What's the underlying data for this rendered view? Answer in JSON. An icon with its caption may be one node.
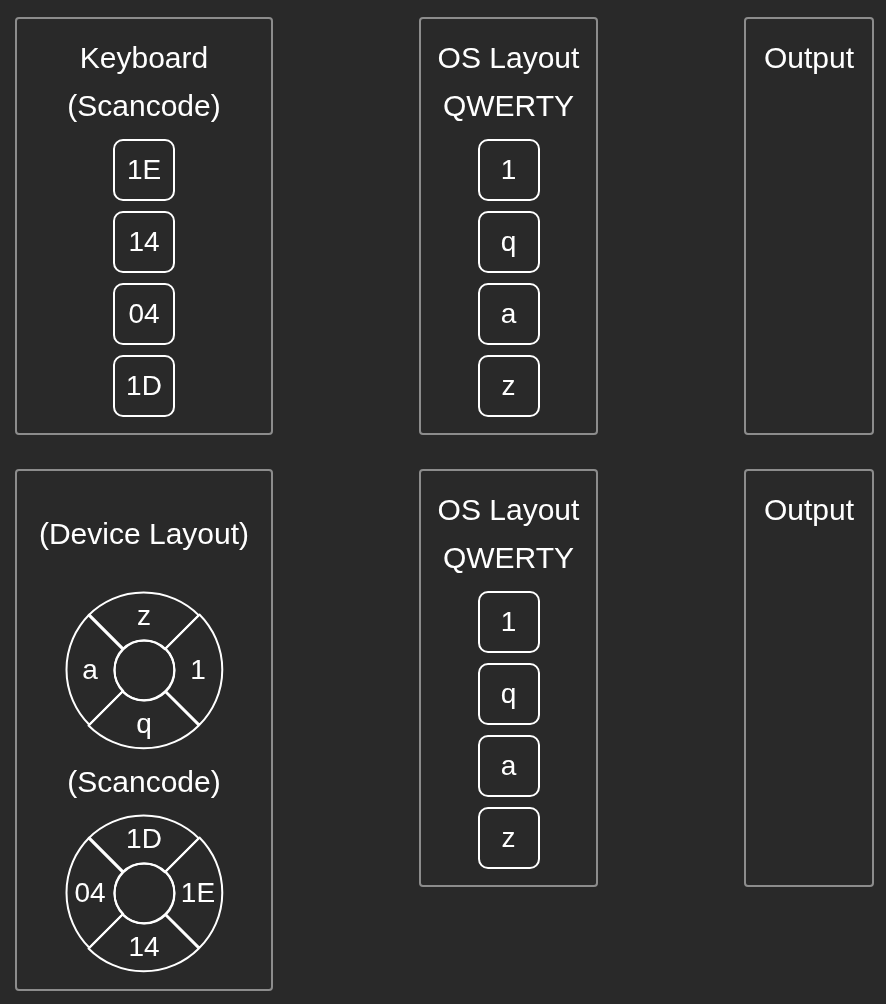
{
  "diagram": {
    "nodes": [
      {
        "text": [
          "Keyboard (Scancode)"
        ]
      },
      {
        "text": [
          "1E"
        ],
        "in": 0
      },
      {
        "text": [
          "14"
        ],
        "in": 0
      },
      {
        "text": [
          "04"
        ],
        "in": 0
      },
      {
        "text": [
          "1D"
        ],
        "in": 0
      },
      {
        "text": [
          "OS Layout QWERTY"
        ]
      },
      {
        "text": [
          "1"
        ],
        "in": 5
      },
      {
        "text": [
          "q"
        ],
        "in": 5
      },
      {
        "text": [
          "a"
        ],
        "in": 5
      },
      {
        "text": [
          "z"
        ],
        "in": 5
      },
      {
        "text": [
          "Output"
        ]
      },
      {
        "text": [
          "(Device Layout)",
          "(Scancode)"
        ]
      },
      {
        "text": [
          "z"
        ],
        "in": 11
      },
      {
        "text": [
          "a"
        ],
        "in": 11
      },
      {
        "text": [
          "1"
        ],
        "in": 11
      },
      {
        "text": [
          "q"
        ],
        "in": 11
      },
      {
        "text": [],
        "shape": "circle",
        "in": 11
      },
      {
        "text": [
          "1D"
        ],
        "in": 11
      },
      {
        "text": [
          "04"
        ],
        "in": 11
      },
      {
        "text": [
          "1E"
        ],
        "in": 11
      },
      {
        "text": [
          "14"
        ],
        "in": 11
      },
      {
        "text": [],
        "shape": "circle",
        "in": 11
      },
      {
        "text": [
          "OS Layout QWERTY"
        ]
      },
      {
        "text": [
          "1"
        ],
        "in": 22
      },
      {
        "text": [
          "q"
        ],
        "in": 22
      },
      {
        "text": [
          "a"
        ],
        "in": 22
      },
      {
        "text": [
          "z"
        ],
        "in": 22
      },
      {
        "text": [
          "Output"
        ]
      }
    ]
  }
}
